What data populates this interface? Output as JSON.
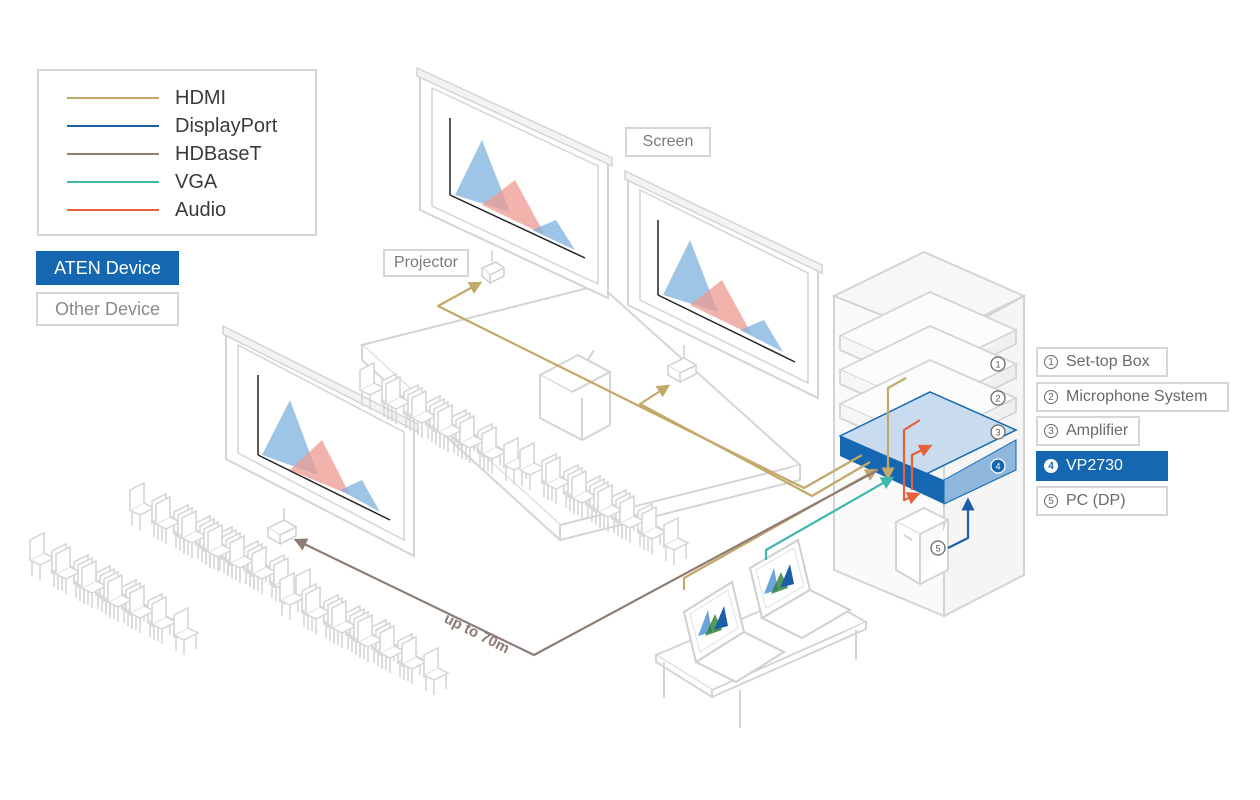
{
  "legend": {
    "items": [
      {
        "label": "HDMI",
        "color": "#c2a86a"
      },
      {
        "label": "DisplayPort",
        "color": "#1d5ea8"
      },
      {
        "label": "HDBaseT",
        "color": "#8e7d75"
      },
      {
        "label": "VGA",
        "color": "#3fb7ad"
      },
      {
        "label": "Audio",
        "color": "#e8603a"
      }
    ]
  },
  "device_types": {
    "aten": "ATEN Device",
    "other": "Other Device",
    "aten_color": "#1467b0"
  },
  "callouts": {
    "screen": "Screen",
    "projector": "Projector"
  },
  "devices": [
    {
      "num": "1",
      "label": "Set-top Box",
      "highlight": false
    },
    {
      "num": "2",
      "label": "Microphone System",
      "highlight": false
    },
    {
      "num": "3",
      "label": "Amplifier",
      "highlight": false
    },
    {
      "num": "4",
      "label": "VP2730",
      "highlight": true
    },
    {
      "num": "5",
      "label": "PC (DP)",
      "highlight": false
    }
  ],
  "rack_numbers": [
    "1",
    "2",
    "3",
    "4",
    "5"
  ],
  "distance_label": "up to 70m"
}
